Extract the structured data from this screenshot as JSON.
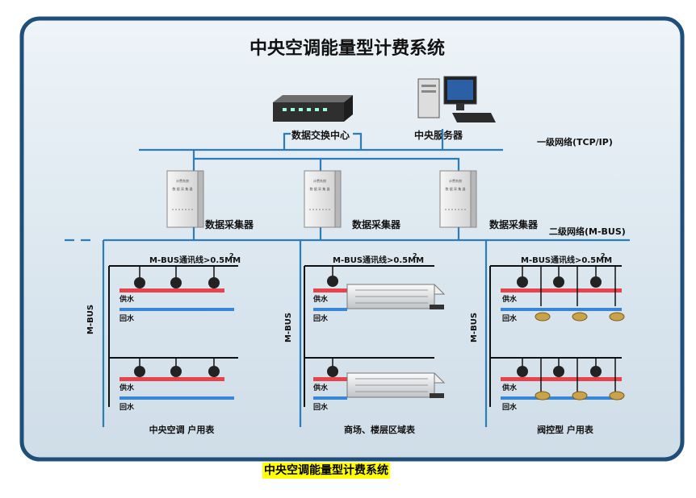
{
  "title": "中央空调能量型计费系统",
  "caption": "中央空调能量型计费系统",
  "network": {
    "switch_label": "数据交换中心",
    "server_label": "中央服务器",
    "level1_label": "一级网络(TCP/IP)",
    "level2_label": "二级网络(M-BUS)",
    "collector_label": "数据采集器",
    "collector_panel_text": [
      "计费系统",
      "数 据 采 集 器"
    ]
  },
  "sections": [
    {
      "bus_label": "M-BUS通讯线>0.5MM",
      "bus_sup": "2",
      "mbus_vertical": "M-BUS",
      "supply": "供水",
      "return": "回水",
      "footer": "中央空调 户用表"
    },
    {
      "bus_label": "M-BUS通讯线>0.5MM",
      "bus_sup": "2",
      "mbus_vertical": "M-BUS",
      "supply": "供水",
      "return": "回水",
      "footer": "商场、楼层区域表"
    },
    {
      "bus_label": "M-BUS通讯线>0.5MM",
      "bus_sup": "2",
      "mbus_vertical": "M-BUS",
      "supply": "供水",
      "return": "回水",
      "footer": "阀控型 户用表"
    }
  ],
  "colors": {
    "frame_border": "#1f4f78",
    "background": "#d9e6ef",
    "network_line": "#2a7db6",
    "supply_pipe": "#e8424a",
    "return_pipe": "#3a86d6",
    "bus_line": "#111111"
  }
}
